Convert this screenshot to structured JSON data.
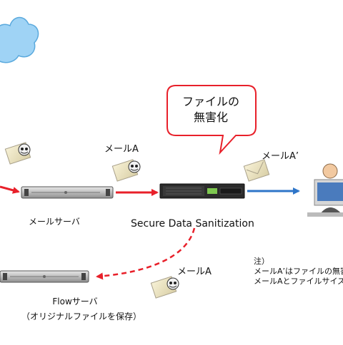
{
  "speech_bubble": {
    "line1": "ファイルの",
    "line2": "無害化"
  },
  "labels": {
    "mail_a_top": "メールA",
    "mail_a_prime": "メールA’",
    "mail_server": "メールサーバ",
    "sds": "Secure Data Sanitization",
    "mail_a_bottom": "メールA",
    "flow_server_line1": "Flowサーバ",
    "flow_server_line2": "（オリジナルファイルを保存）"
  },
  "note": {
    "title": "注）",
    "line1": "メールA’はファイルの無害",
    "line2": "メールAとファイルサイズが"
  },
  "colors": {
    "red_arrow": "#e8202a",
    "blue_arrow": "#2e75c8",
    "cloud": "#9fd3f5",
    "server_body": "#2b2b2b",
    "bubble_border": "#e8202a"
  }
}
